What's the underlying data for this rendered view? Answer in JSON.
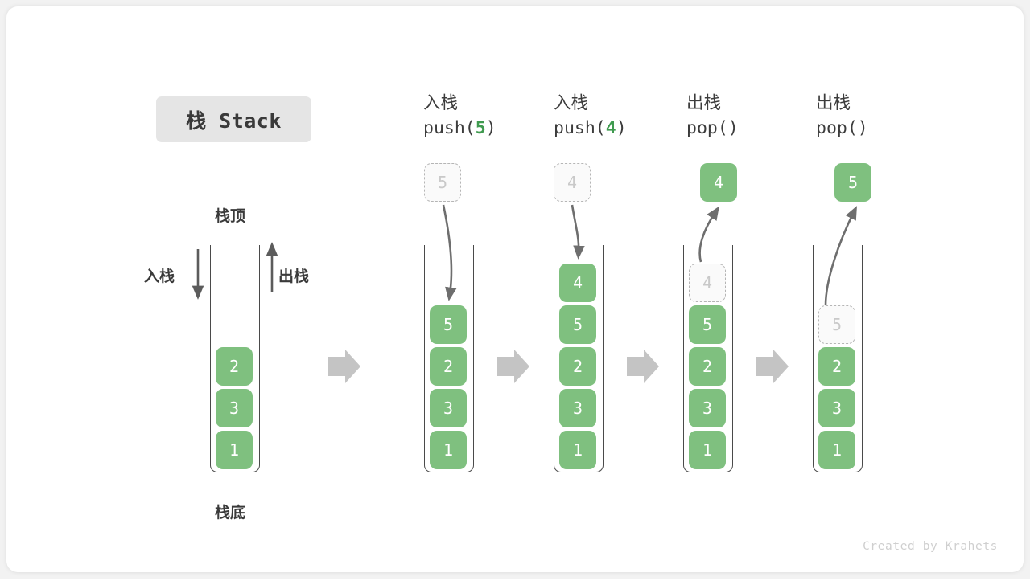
{
  "title": {
    "text": "栈 Stack"
  },
  "credit": {
    "text": "Created by Krahets"
  },
  "annotations": {
    "top": "栈顶",
    "bottom": "栈底",
    "push": "入栈",
    "pop": "出栈"
  },
  "colors": {
    "cell_fill": "#7fc07f",
    "cell_text": "#ffffff",
    "ghost_fill": "#fafafa",
    "ghost_border": "#b5b5b5",
    "ghost_text": "#c9c9c9",
    "wall": "#4a4a4a",
    "flow_arrow": "#c4c4c4",
    "curve_arrow": "#6e6e6e",
    "badge_bg": "#e5e5e5",
    "accent_green": "#3f9a4f",
    "card_bg": "#ffffff",
    "page_bg": "#f2f2f2"
  },
  "stages": [
    {
      "id": "initial",
      "op_cn": "",
      "op_code": "",
      "op_arg": "",
      "external": null,
      "cells": [
        {
          "value": "2",
          "state": "solid"
        },
        {
          "value": "3",
          "state": "solid"
        },
        {
          "value": "1",
          "state": "solid"
        }
      ]
    },
    {
      "id": "push-5",
      "op_cn": "入栈",
      "op_code_pre": "push(",
      "op_arg": "5",
      "op_code_post": ")",
      "external": {
        "value": "5",
        "state": "ghost",
        "direction": "in"
      },
      "cells": [
        {
          "value": "5",
          "state": "solid"
        },
        {
          "value": "2",
          "state": "solid"
        },
        {
          "value": "3",
          "state": "solid"
        },
        {
          "value": "1",
          "state": "solid"
        }
      ]
    },
    {
      "id": "push-4",
      "op_cn": "入栈",
      "op_code_pre": "push(",
      "op_arg": "4",
      "op_code_post": ")",
      "external": {
        "value": "4",
        "state": "ghost",
        "direction": "in"
      },
      "cells": [
        {
          "value": "4",
          "state": "solid"
        },
        {
          "value": "5",
          "state": "solid"
        },
        {
          "value": "2",
          "state": "solid"
        },
        {
          "value": "3",
          "state": "solid"
        },
        {
          "value": "1",
          "state": "solid"
        }
      ]
    },
    {
      "id": "pop-1",
      "op_cn": "出栈",
      "op_code_pre": "pop(",
      "op_arg": "",
      "op_code_post": ")",
      "external": {
        "value": "4",
        "state": "solid",
        "direction": "out"
      },
      "cells": [
        {
          "value": "4",
          "state": "ghost"
        },
        {
          "value": "5",
          "state": "solid"
        },
        {
          "value": "2",
          "state": "solid"
        },
        {
          "value": "3",
          "state": "solid"
        },
        {
          "value": "1",
          "state": "solid"
        }
      ]
    },
    {
      "id": "pop-2",
      "op_cn": "出栈",
      "op_code_pre": "pop(",
      "op_arg": "",
      "op_code_post": ")",
      "external": {
        "value": "5",
        "state": "solid",
        "direction": "out"
      },
      "cells": [
        {
          "value": "5",
          "state": "ghost"
        },
        {
          "value": "2",
          "state": "solid"
        },
        {
          "value": "3",
          "state": "solid"
        },
        {
          "value": "1",
          "state": "solid"
        }
      ]
    }
  ]
}
